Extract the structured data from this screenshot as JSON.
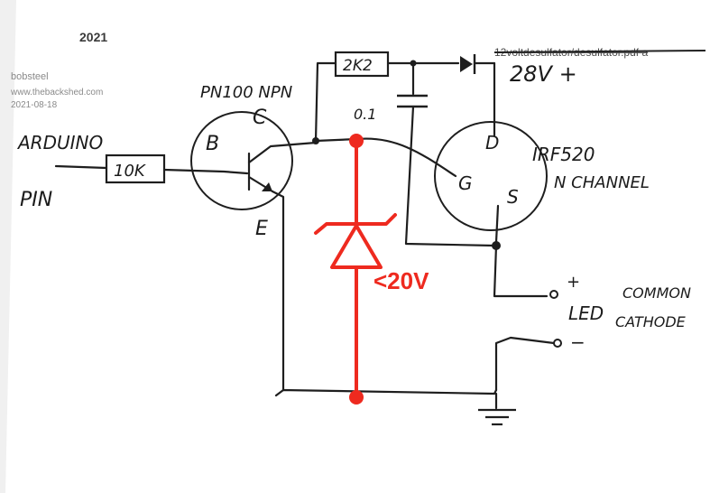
{
  "header": {
    "year": "2021",
    "author": "bobsteel",
    "site": "www.thebackshed.com",
    "date": "2021-08-18",
    "file_ref": "12voltdesulfator/desulfator.pdf a"
  },
  "labels": {
    "arduino": "ARDUINO",
    "pin": "PIN",
    "resistor_base": "10K",
    "transistor": "PN100 NPN",
    "collector": "C",
    "base": "B",
    "emitter": "E",
    "resistor_pullup": "2K2",
    "capacitor": "0.1",
    "supply": "28V +",
    "mosfet": "IRF520",
    "mosfet_type": "N CHANNEL",
    "drain": "D",
    "gate": "G",
    "source": "S",
    "led_plus": "+",
    "led_minus": "−",
    "led": "LED",
    "led_note_1": "COMMON",
    "led_note_2": "CATHODE",
    "zener": "<20V"
  },
  "colors": {
    "ink": "#1e1e1e",
    "annotation": "#ee2a1f",
    "paper": "#ffffff"
  }
}
